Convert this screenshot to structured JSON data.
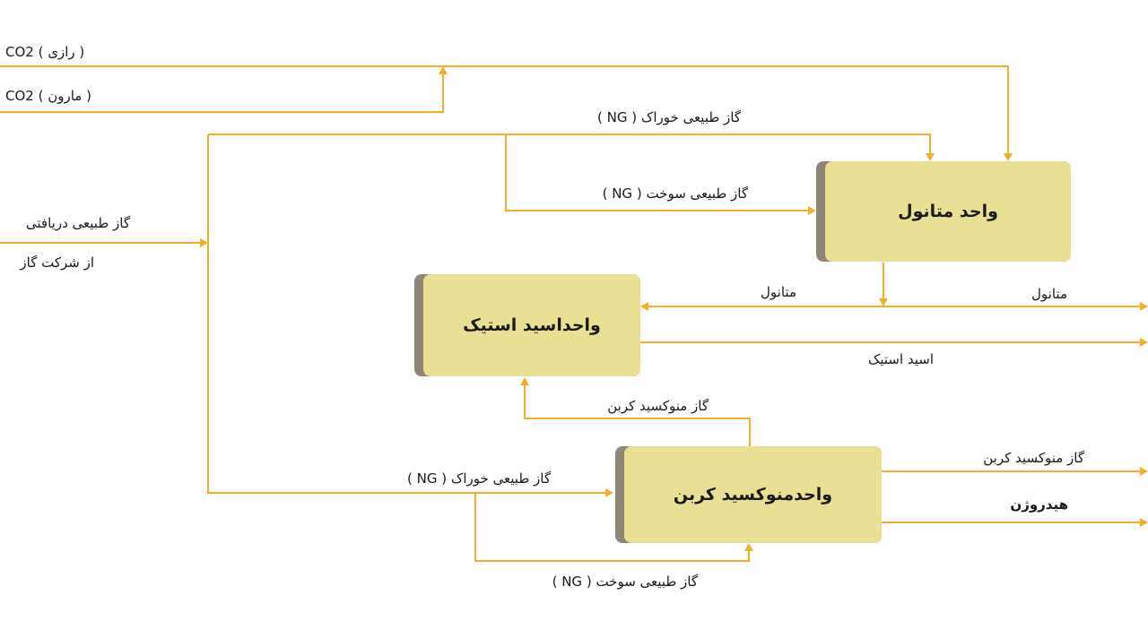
{
  "colors": {
    "line": "#f2ad2b",
    "box_fill": "#e9df95",
    "box_shadow": "#8f8676"
  },
  "units": {
    "methanol": "واحد متانول",
    "acetic_acid": "واحداسید استیک",
    "carbon_monoxide": "واحدمنوکسید کربن"
  },
  "labels": {
    "co2_razi": "CO2  ( رازی )",
    "co2_maroun": "CO2  ( مارون )",
    "ng_feed_top": "گاز طبیعی خوراک  ( NG )",
    "ng_fuel_top": "گاز طبیعی سوخت  ( NG )",
    "ng_received_line1": "گاز طبیعی دریافتی",
    "ng_received_line2": "از شرکت گاز",
    "methanol_internal": "متانول",
    "methanol_out": "متانول",
    "acetic_acid_out": "اسید استیک",
    "co_internal": "گاز منوکسید کربن",
    "co_out": "گاز منوکسید کربن",
    "hydrogen_out": "هیدروژن",
    "ng_feed_bottom": "گاز طبیعی خوراک  ( NG )",
    "ng_fuel_bottom": "گاز طبیعی سوخت  ( NG )"
  }
}
